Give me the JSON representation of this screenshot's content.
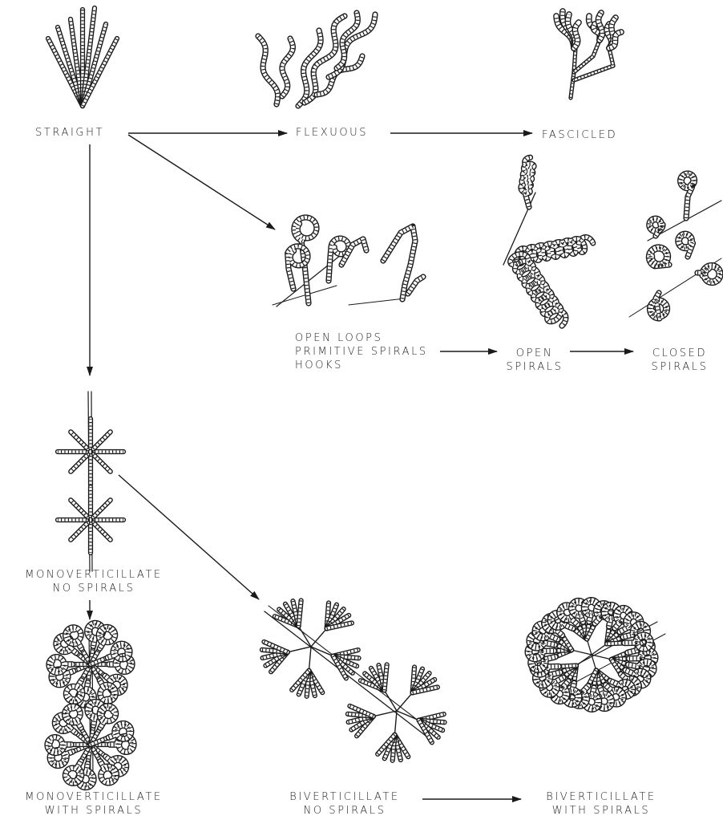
{
  "labels": {
    "straight": "STRAIGHT",
    "flexuous": "FLEXUOUS",
    "fascicled": "FASCICLED",
    "open_loops": [
      "OPEN  LOOPS",
      "PRIMITIVE SPIRALS",
      "HOOKS"
    ],
    "open_spirals": [
      "OPEN",
      "SPIRALS"
    ],
    "closed_spirals": [
      "CLOSED",
      "SPIRALS"
    ],
    "monoverticillate_no_spirals": [
      "MONOVERTICILLATE",
      "NO SPIRALS"
    ],
    "monoverticillate_with_spirals": [
      "MONOVERTICILLATE",
      "WITH SPIRALS"
    ],
    "biverticillate_no_spirals": [
      "BIVERTICILLATE",
      "NO SPIRALS"
    ],
    "biverticillate_with_spirals": [
      "BIVERTICILLATE",
      "WITH SPIRALS"
    ]
  },
  "colors": {
    "ink": "#1a1a1a",
    "background": "#ffffff"
  }
}
